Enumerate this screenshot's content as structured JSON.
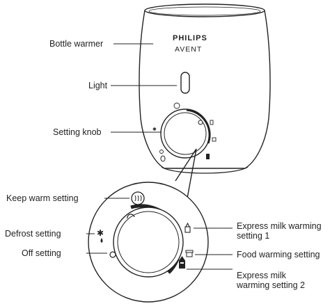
{
  "brand": {
    "line1": "PHILIPS",
    "line2": "AVENT"
  },
  "labels": {
    "bottle_warmer": "Bottle warmer",
    "light": "Light",
    "setting_knob": "Setting knob",
    "keep_warm_setting": "Keep warm setting",
    "defrost_setting": "Defrost setting",
    "off_setting": "Off setting",
    "express_milk_warming_setting_1": "Express milk warming setting 1",
    "food_warming_setting": "Food warming setting",
    "express_milk_warming_setting_2": "Express milk warming setting 2"
  },
  "icons": {
    "keep_warm": "heat-waves-icon",
    "defrost": "snowflake-drop-icon",
    "off": "circle-icon",
    "express_1": "bottle-small-icon",
    "food": "food-jar-icon",
    "express_2": "bottle-large-icon"
  },
  "colors": {
    "line": "#222222",
    "background": "#ffffff"
  }
}
